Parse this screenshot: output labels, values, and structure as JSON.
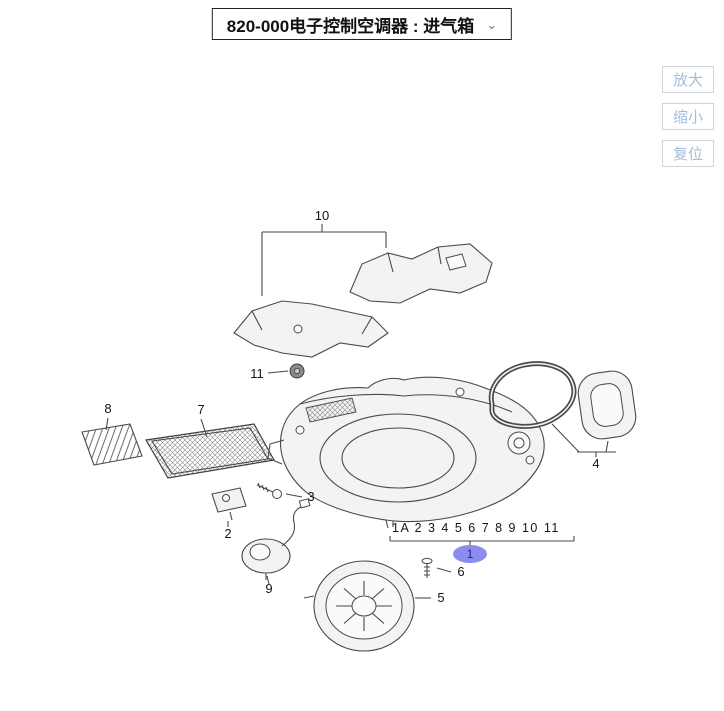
{
  "header": {
    "title": "820-000电子控制空调器 : 进气箱",
    "chevron_icon": "⌄"
  },
  "toolbar": {
    "zoom_in_label": "放大",
    "zoom_out_label": "缩小",
    "reset_label": "复位"
  },
  "diagram": {
    "part_list": "1A 2 3 4 5 6 7 8 9 10 11",
    "selected_callout": "1",
    "callouts": {
      "c2": "2",
      "c3": "3",
      "c4": "4",
      "c5": "5",
      "c6": "6",
      "c7": "7",
      "c8": "8",
      "c9": "9",
      "c10": "10",
      "c11": "11"
    },
    "colors": {
      "highlight_fill": "#8c8cf0",
      "highlight_text": "#232384",
      "line": "#4a4a4a",
      "button_text": "#a3bedd"
    }
  }
}
